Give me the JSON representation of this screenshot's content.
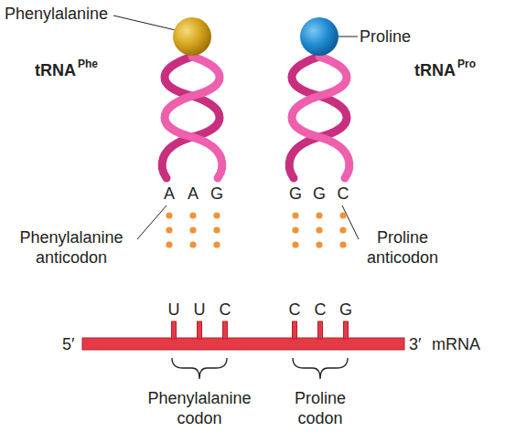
{
  "diagram": {
    "labels": [
      "Phenylalanine",
      "Proline",
      "tRNA",
      "Phe",
      "tRNA",
      "Pro",
      "A",
      "A",
      "G",
      "G",
      "G",
      "C",
      "Phenylalanine anticodon",
      "Proline anticodon",
      "U",
      "U",
      "C",
      "C",
      "C",
      "G",
      "5′",
      "3′",
      "mRNA",
      "Phenylalanine codon",
      "Proline codon"
    ]
  }
}
